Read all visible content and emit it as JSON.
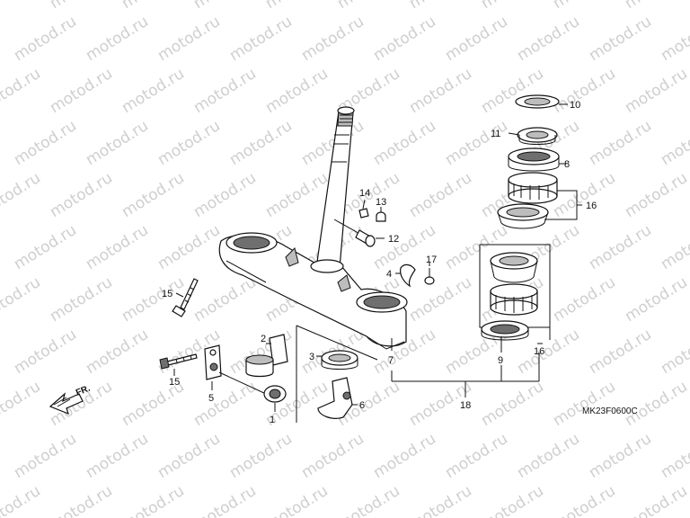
{
  "watermark": "motod.ru",
  "diagram_code": "MK23F0600C",
  "direction_label": "FR.",
  "callouts": [
    "1",
    "2",
    "3",
    "4",
    "5",
    "6",
    "7",
    "8",
    "9",
    "10",
    "11",
    "12",
    "13",
    "14",
    "15",
    "15",
    "16",
    "16",
    "17",
    "18"
  ],
  "colors": {
    "line": "#111111",
    "fill": "#ffffff",
    "shade": "#bdbdbd",
    "dark": "#6f6f6f",
    "watermark": "#cfcfcf"
  }
}
